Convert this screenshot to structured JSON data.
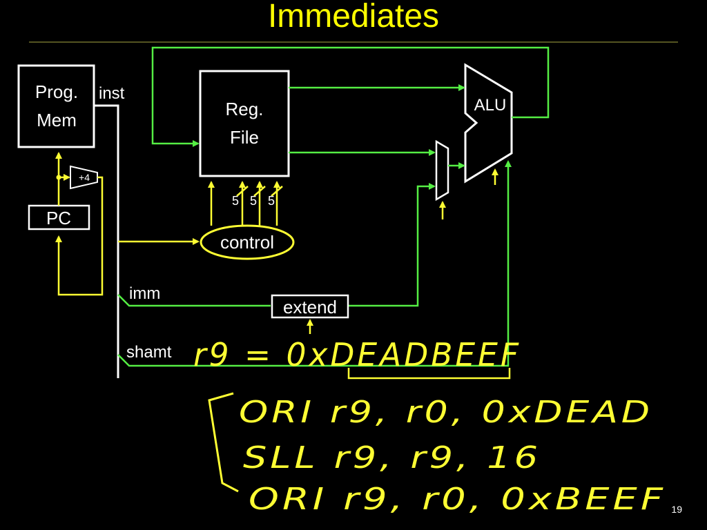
{
  "slide": {
    "title": "Immediates",
    "number": "19"
  },
  "diagram": {
    "prog_mem": [
      "Prog.",
      "Mem"
    ],
    "inst_label": "inst",
    "adder_label": "+4",
    "pc_label": "PC",
    "reg_file": [
      "Reg.",
      "File"
    ],
    "alu_label": "ALU",
    "field_widths": [
      "5",
      "5",
      "5"
    ],
    "control_label": "control",
    "imm_label": "imm",
    "extend_label": "extend",
    "shamt_label": "shamt"
  },
  "handwriting": {
    "statement": "r9 = 0xDEADBEEF",
    "lines": [
      "ORI r9, r0, 0xDEAD",
      "SLL r9, r9, 16",
      "ORI r9, r0, 0xBEEF"
    ]
  },
  "colors": {
    "background": "#000000",
    "title": "#ffff00",
    "wire_green": "#55ee44",
    "wire_yellow": "#ffff33",
    "box_stroke": "#ffffff",
    "handwriting": "#ffff33"
  }
}
